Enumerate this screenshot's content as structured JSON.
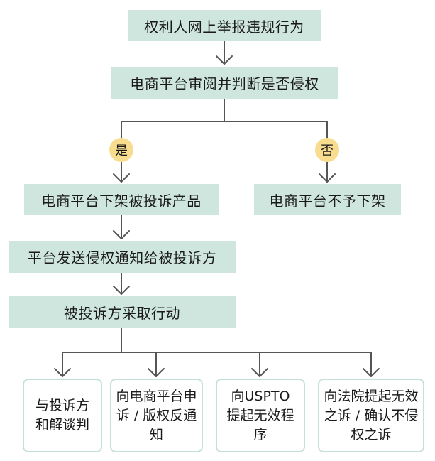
{
  "colors": {
    "box_fill": "#cfe6de",
    "outline_border": "#c5e1d7",
    "badge_fill": "#f9dd8f",
    "connector": "#555555"
  },
  "nodes": {
    "report": "权利人网上举报违规行为",
    "review": "电商平台审阅并判断是否侵权",
    "takedown": "电商平台下架被投诉产品",
    "no_takedown": "电商平台不予下架",
    "notify": "平台发送侵权通知给被投诉方",
    "action": "被投诉方采取行动"
  },
  "branches": {
    "yes": "是",
    "no": "否"
  },
  "options": [
    "与投诉方和解谈判",
    "向电商平台申诉 / 版权反通知",
    "向USPTO提起无效程序",
    "向法院提起无效之诉 / 确认不侵权之诉"
  ]
}
